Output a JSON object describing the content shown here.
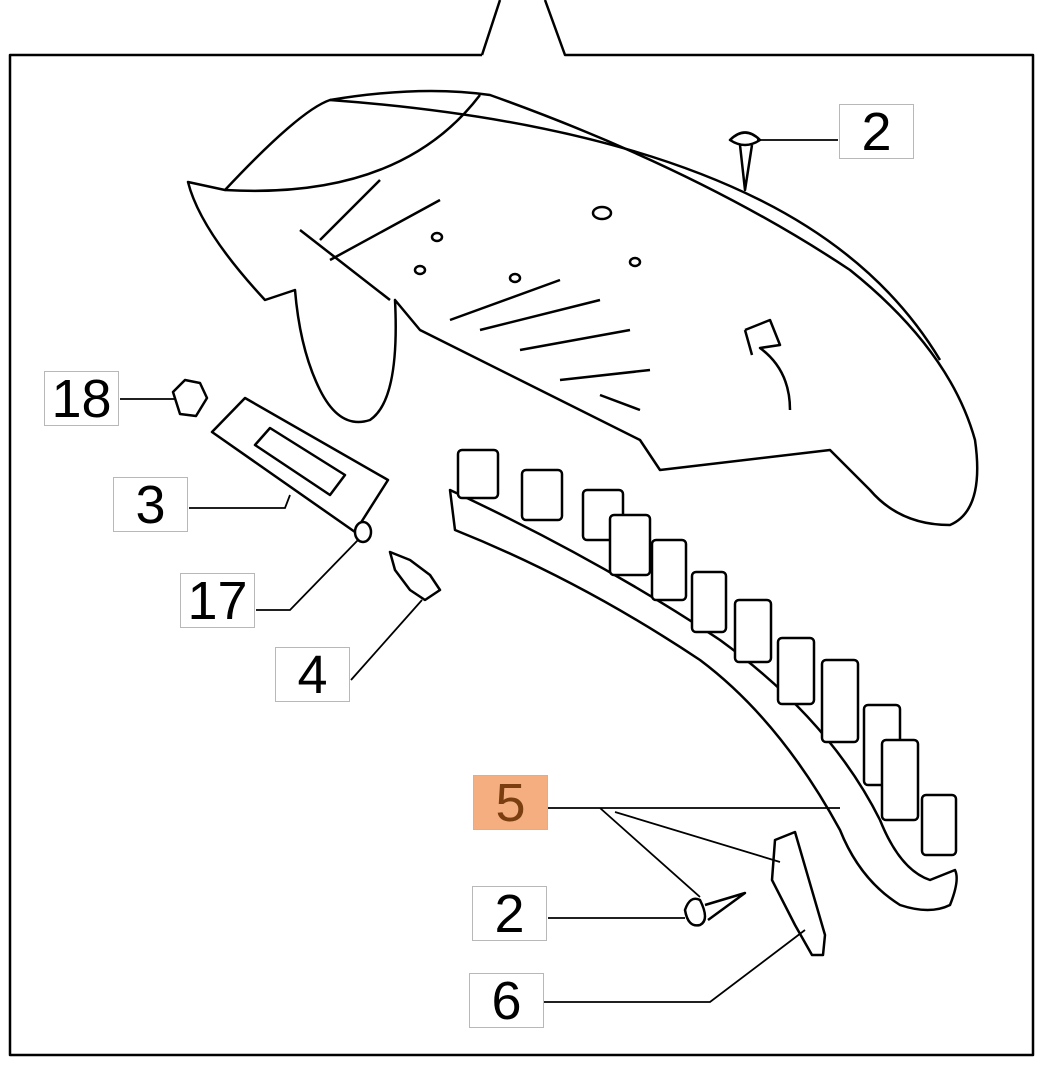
{
  "diagram": {
    "highlight_color": "#f4ae80",
    "highlight_text_color": "#7a3e10",
    "labels": [
      {
        "id": "top-screw",
        "text": "2"
      },
      {
        "id": "nut",
        "text": "18"
      },
      {
        "id": "plate",
        "text": "3"
      },
      {
        "id": "washer",
        "text": "17"
      },
      {
        "id": "bolt",
        "text": "4"
      },
      {
        "id": "blade-kit",
        "text": "5",
        "highlighted": true
      },
      {
        "id": "blade-screw",
        "text": "2"
      },
      {
        "id": "blade",
        "text": "6"
      }
    ]
  }
}
